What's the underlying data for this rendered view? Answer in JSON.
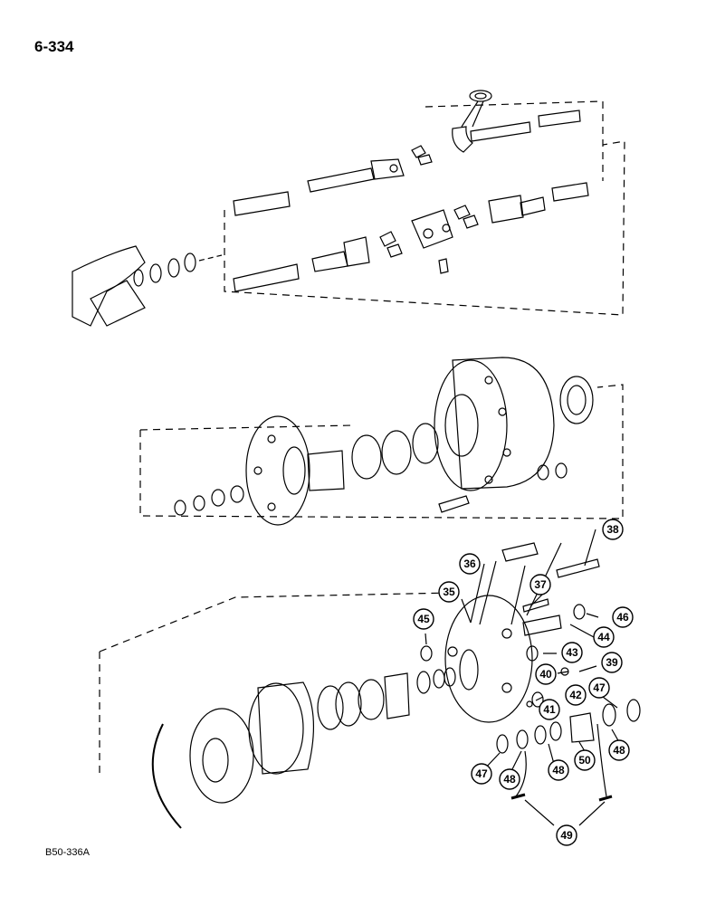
{
  "page_number": "6-334",
  "figure_code": "B50-336A",
  "callouts": [
    {
      "id": "c35",
      "label": "35"
    },
    {
      "id": "c36",
      "label": "36"
    },
    {
      "id": "c37",
      "label": "37"
    },
    {
      "id": "c38",
      "label": "38"
    },
    {
      "id": "c39",
      "label": "39"
    },
    {
      "id": "c40",
      "label": "40"
    },
    {
      "id": "c41",
      "label": "41"
    },
    {
      "id": "c42",
      "label": "42"
    },
    {
      "id": "c43",
      "label": "43"
    },
    {
      "id": "c44",
      "label": "44"
    },
    {
      "id": "c45",
      "label": "45"
    },
    {
      "id": "c46",
      "label": "46"
    },
    {
      "id": "c47a",
      "label": "47"
    },
    {
      "id": "c47b",
      "label": "47"
    },
    {
      "id": "c48a",
      "label": "48"
    },
    {
      "id": "c48b",
      "label": "48"
    },
    {
      "id": "c48c",
      "label": "48"
    },
    {
      "id": "c49",
      "label": "49"
    },
    {
      "id": "c50",
      "label": "50"
    }
  ]
}
